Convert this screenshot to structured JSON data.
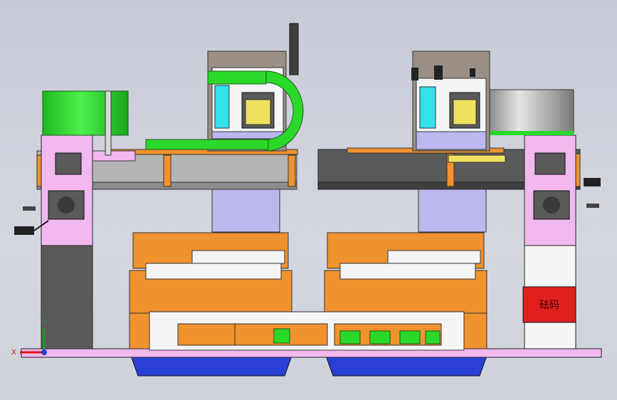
{
  "model": {
    "label_left": "",
    "label_right": "砝码",
    "colors": {
      "background": "#ccd0da",
      "frame_gray": "#a9a9a9",
      "dark_gray": "#5a5a5a",
      "pink": "#f2b8f0",
      "green": "#2bd92b",
      "cyan": "#31e3e8",
      "orange": "#f0922d",
      "lavender": "#bcb8ef",
      "blue": "#2a3fd6",
      "red": "#e11f1f",
      "yellow": "#f0e060",
      "white": "#f5f5f5"
    }
  },
  "triad": {
    "x_label": "X",
    "y_label": "Y"
  }
}
